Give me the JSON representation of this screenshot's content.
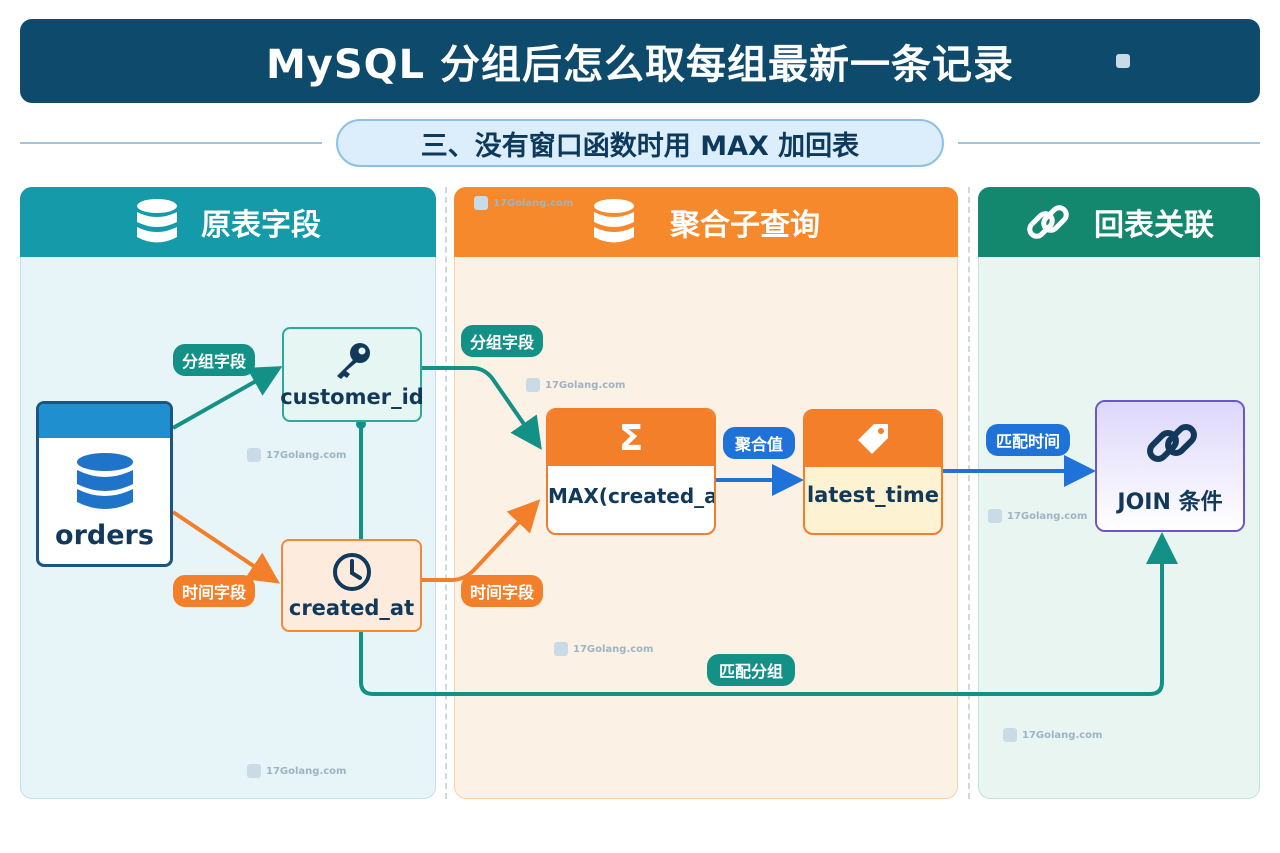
{
  "title": "MySQL 分组后怎么取每组最新一条记录",
  "subtitle": "三、没有窗口函数时用 MAX 加回表",
  "panels": {
    "source": {
      "title": "原表字段",
      "icon": "database-icon"
    },
    "aggregate": {
      "title": "聚合子查询",
      "icon": "database-icon"
    },
    "join": {
      "title": "回表关联",
      "icon": "link-icon"
    }
  },
  "nodes": {
    "orders": {
      "label": "orders",
      "icon": "database-icon"
    },
    "customer_id": {
      "label": "customer_id",
      "icon": "key-icon"
    },
    "created_at": {
      "label": "created_at",
      "icon": "clock-icon"
    },
    "max": {
      "label": "MAX(created_at)",
      "symbol": "Σ"
    },
    "latest_time": {
      "label": "latest_time",
      "icon": "tag-icon"
    },
    "join_condition": {
      "label": "JOIN 条件",
      "icon": "link-icon"
    }
  },
  "tags": {
    "group_field_1": "分组字段",
    "time_field_1": "时间字段",
    "group_field_2": "分组字段",
    "time_field_2": "时间字段",
    "aggregate_value": "聚合值",
    "match_time": "匹配时间",
    "match_group": "匹配分组"
  },
  "watermark": "17Golang.com",
  "colors": {
    "title_bg": "#0d4a6b",
    "teal": "#149aa8",
    "orange": "#f5892b",
    "green": "#13886f",
    "blue": "#1f73d8",
    "purple": "#6a57c9"
  }
}
